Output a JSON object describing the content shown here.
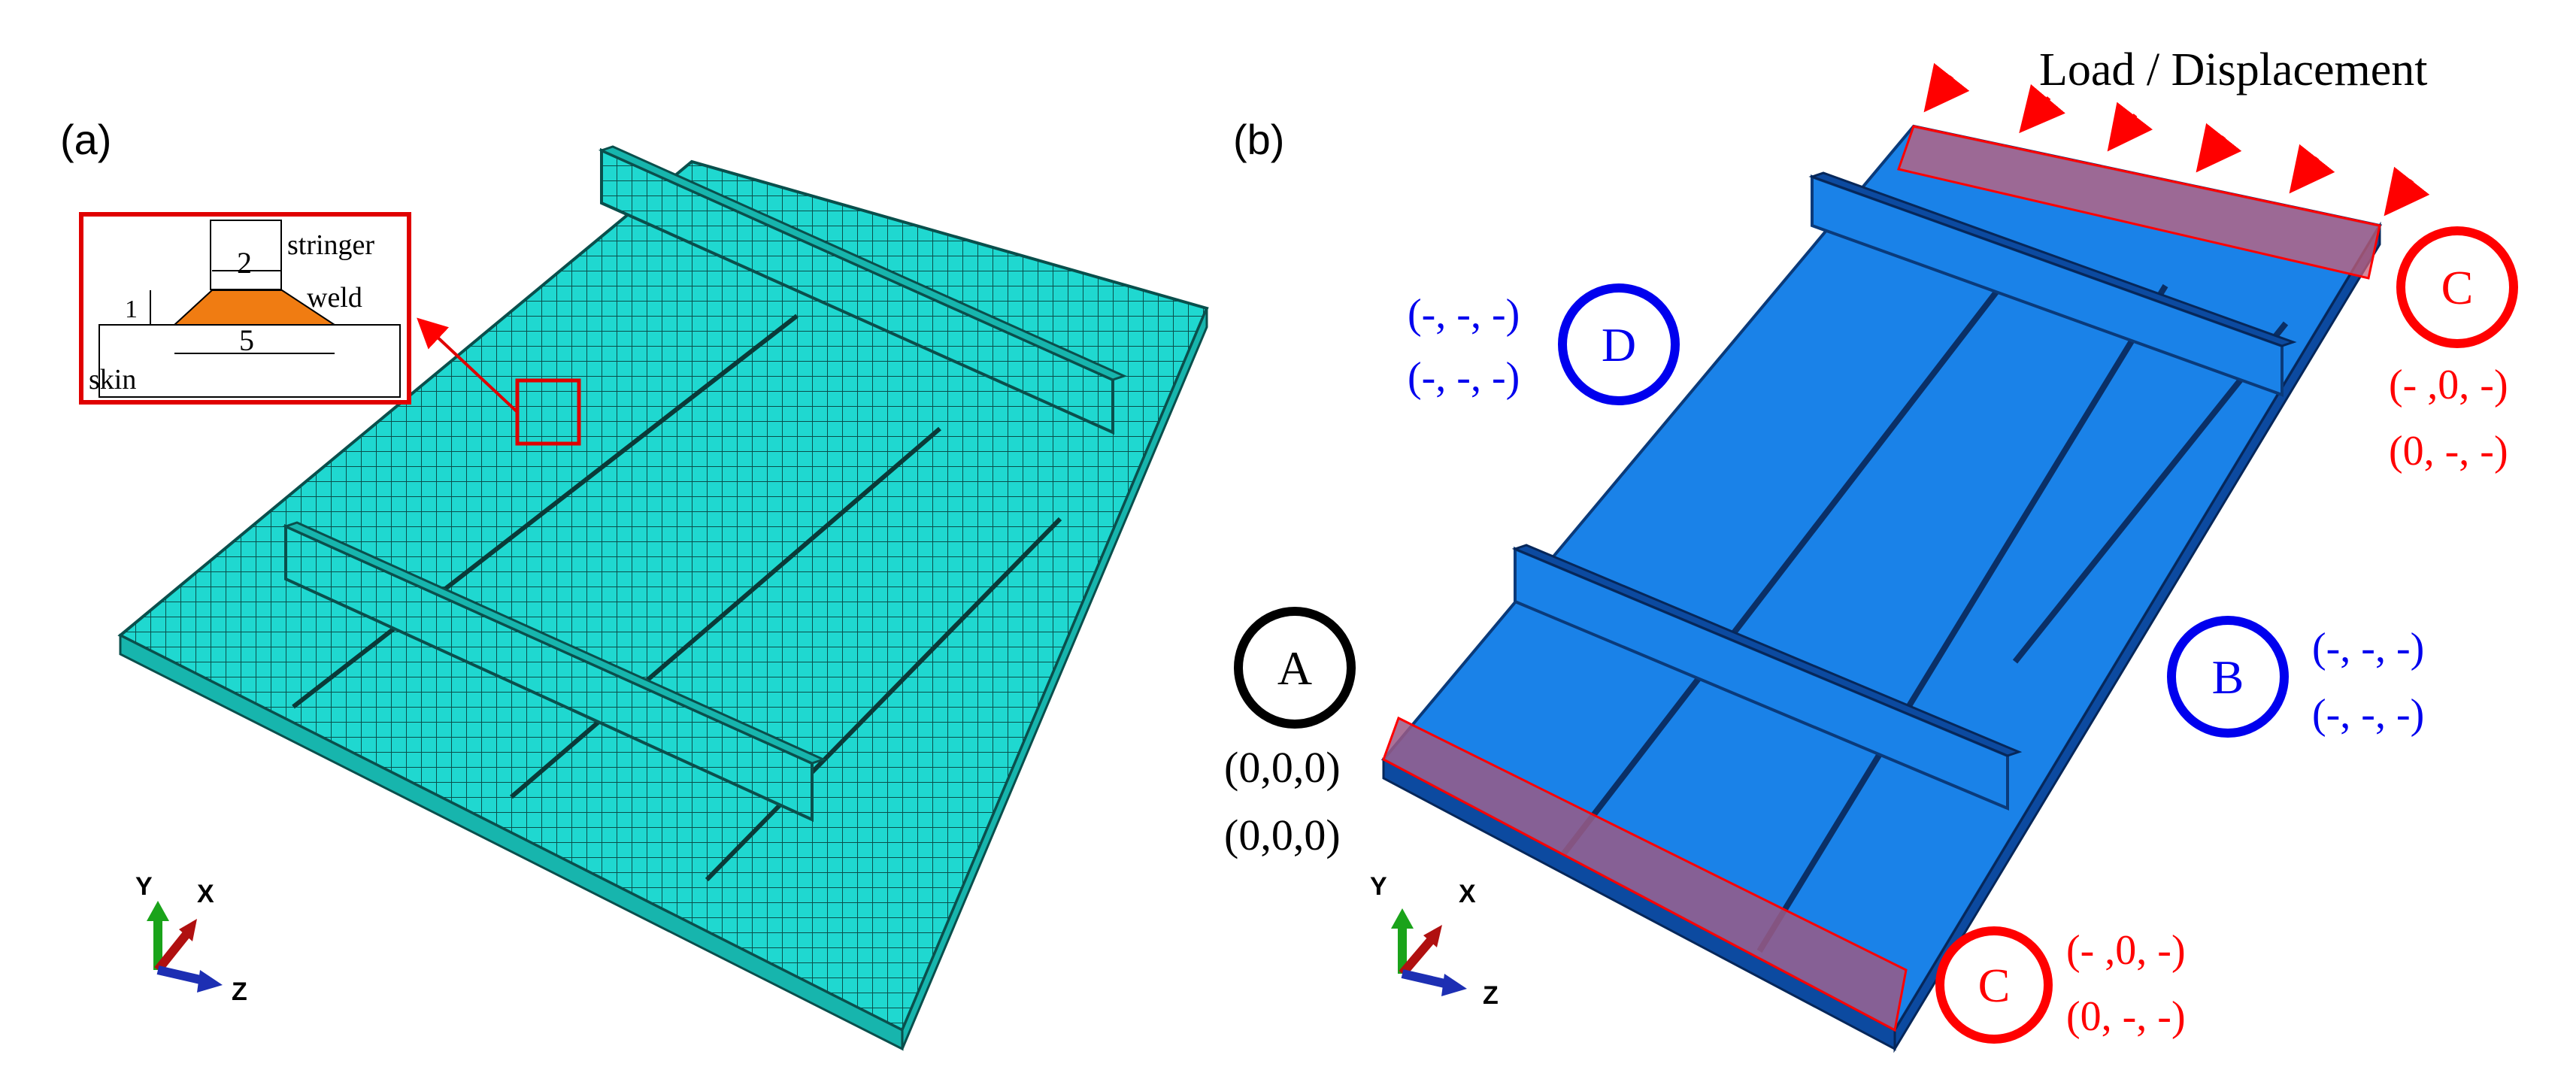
{
  "panel_a": {
    "label": "(a)",
    "inset": {
      "stringer": "stringer",
      "weld": "weld",
      "skin": "skin",
      "dim_stringer_width": "2",
      "dim_weld_height": "1",
      "dim_weld_base": "5"
    }
  },
  "panel_b": {
    "label": "(b)",
    "load": "Load / Displacement",
    "A": {
      "letter": "A",
      "bc1": "(0,0,0)",
      "bc2": "(0,0,0)"
    },
    "B": {
      "letter": "B",
      "bc1": "(-, -, -)",
      "bc2": "(-, -, -)"
    },
    "C_top": {
      "letter": "C",
      "bc1": "(- ,0, -)",
      "bc2": "(0, -, -)"
    },
    "C_bottom": {
      "letter": "C",
      "bc1": "(- ,0, -)",
      "bc2": "(0, -, -)"
    },
    "D": {
      "letter": "D",
      "bc1": "(-, -, -)",
      "bc2": "(-, -, -)"
    }
  },
  "axes": {
    "y": "Y",
    "x": "X",
    "z": "Z"
  },
  "colors": {
    "mesh": "#1fd8d0",
    "model": "#1a82e8",
    "red": "#ff0000",
    "blue": "#0000ee",
    "weld": "#f07c12"
  }
}
